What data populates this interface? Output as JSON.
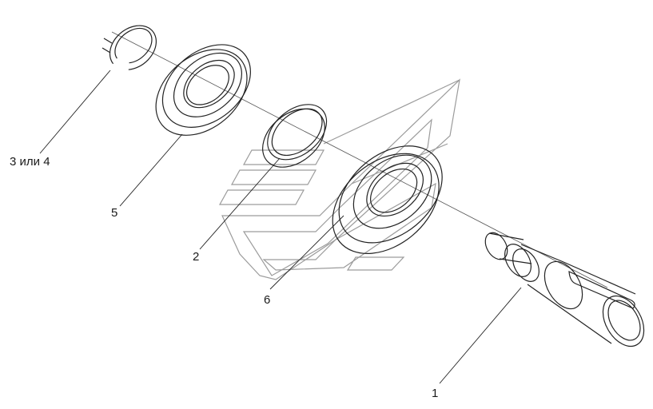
{
  "callouts": [
    {
      "id": "1",
      "text": "1"
    },
    {
      "id": "2",
      "text": "2"
    },
    {
      "id": "3",
      "text": "3 или 4"
    },
    {
      "id": "5",
      "text": "5"
    },
    {
      "id": "6",
      "text": "6"
    }
  ],
  "colors": {
    "line": "#222222",
    "watermark": "#7f7f7f",
    "background": "#ffffff"
  }
}
